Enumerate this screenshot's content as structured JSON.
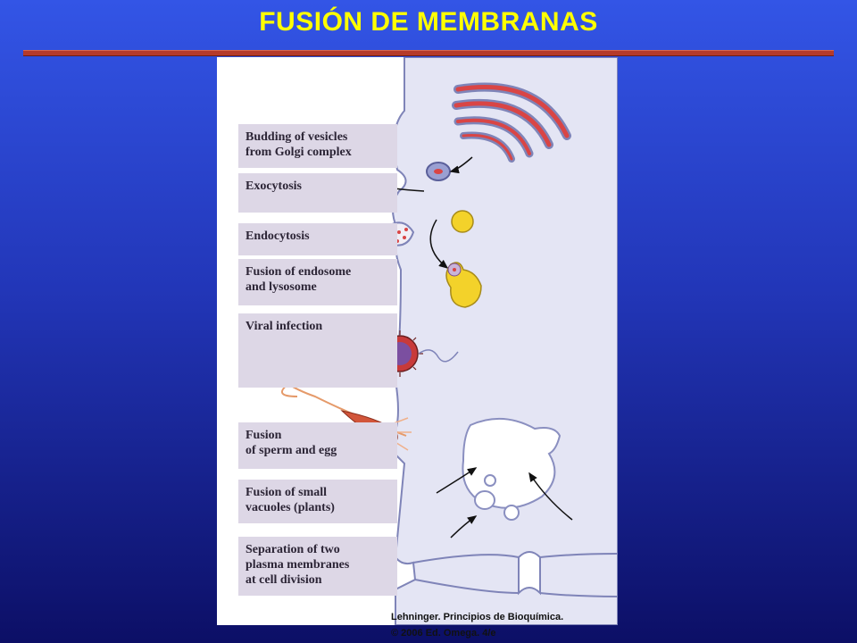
{
  "slide": {
    "title": "FUSIÓN DE MEMBRANAS"
  },
  "diagram": {
    "labels": [
      "Budding of vesicles\nfrom Golgi complex",
      "Exocytosis",
      "Endocytosis",
      "Fusion of endosome\nand lysosome",
      "Viral infection",
      "Fusion\nof sperm and egg",
      "Fusion of small\nvacuoles (plants)",
      "Separation of two\nplasma membranes\nat cell division"
    ],
    "colors": {
      "cell_fill": "#e4e5f4",
      "membrane": "#7f84b8",
      "golgi": "#d94545",
      "vesicle_yellow": "#f3d22a",
      "virus": "#c83a3a"
    }
  },
  "credit": {
    "line1": "Lehninger. Principios de Bioquímica.",
    "line2": "© 2006 Ed. Omega. 4/e"
  }
}
